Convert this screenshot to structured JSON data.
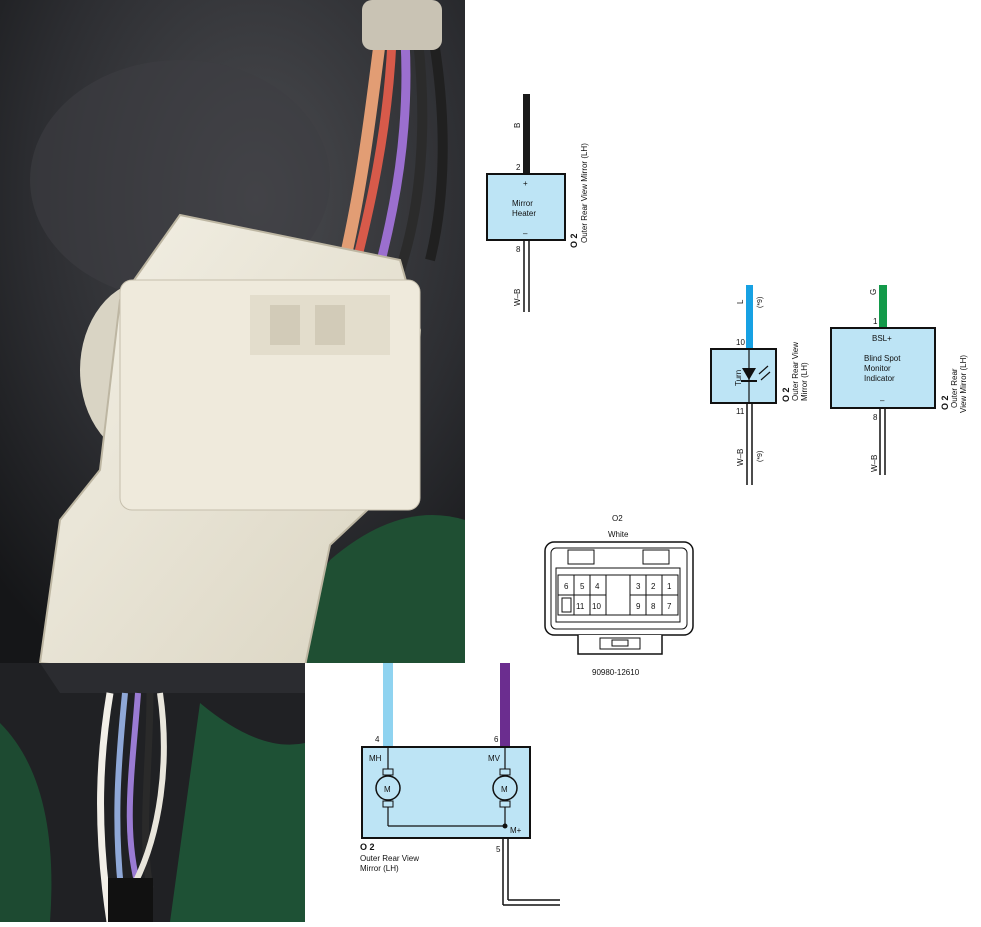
{
  "colors": {
    "component_fill": "#bde4f5",
    "wire_black": "#1a1a1a",
    "wire_blue": "#17a1e3",
    "wire_green": "#139a4a",
    "wire_lightblue": "#8fd3f0",
    "wire_violet": "#6b2d8f"
  },
  "photo": {
    "icon": "connector-photo",
    "subject": "White connector with wire harness"
  },
  "mirror_heater": {
    "wire_top_label": "B",
    "pin_top": "2",
    "pin_bottom": "8",
    "wire_bottom_label": "W–B",
    "plus": "+",
    "minus": "–",
    "name_line1": "Mirror",
    "name_line2": "Heater",
    "conn_code": "O 2",
    "conn_desc": "Outer Rear View Mirror (LH)"
  },
  "turn": {
    "wire_top_label": "L",
    "note": "(*9)",
    "pin_top": "10",
    "pin_bottom": "11",
    "wire_bottom_label": "W–B",
    "note_bottom": "(*9)",
    "name": "Turn",
    "conn_code": "O 2",
    "conn_desc_line1": "Outer Rear View",
    "conn_desc_line2": "Mirror (LH)"
  },
  "bsm": {
    "wire_top_label": "G",
    "pin_top": "1",
    "pin_bottom": "8",
    "wire_bottom_label": "W–B",
    "terminal": "BSL+",
    "minus": "–",
    "name_line1": "Blind Spot",
    "name_line2": "Monitor",
    "name_line3": "Indicator",
    "conn_code": "O 2",
    "conn_desc_line1": "Outer Rear",
    "conn_desc_line2": "View Mirror (LH)"
  },
  "connector": {
    "code": "O2",
    "color": "White",
    "pins_top": [
      "6",
      "5",
      "4",
      "3",
      "2",
      "1"
    ],
    "pins_bottom": [
      "11",
      "10",
      "9",
      "8",
      "7"
    ],
    "part_number": "90980-12610"
  },
  "motors": {
    "pin_mh": "4",
    "pin_mv": "6",
    "label_mh": "MH",
    "label_mv": "MV",
    "motor_symbol": "M",
    "common": "M+",
    "pin_common": "5",
    "conn_code": "O 2",
    "conn_desc_line1": "Outer Rear View",
    "conn_desc_line2": "Mirror (LH)"
  }
}
